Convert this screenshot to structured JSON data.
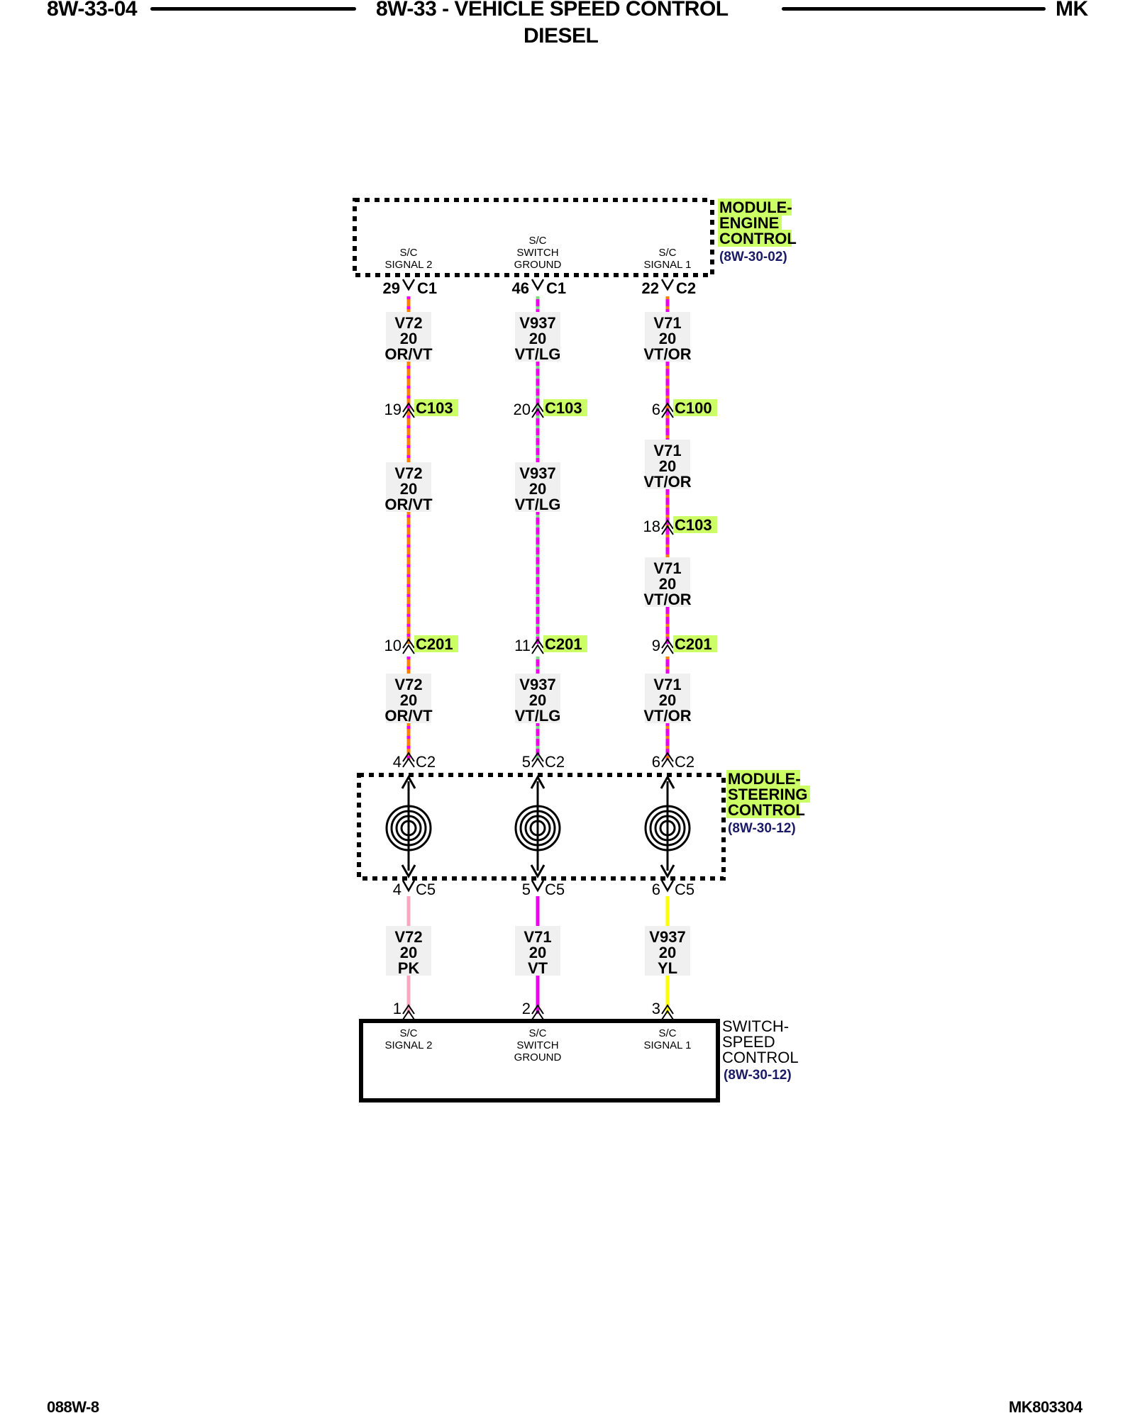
{
  "header": {
    "page_code": "8W-33-04",
    "title_line1": "8W-33 - VEHICLE SPEED CONTROL",
    "title_line2": "DIESEL",
    "model": "MK"
  },
  "footer": {
    "left": "088W-8",
    "right": "MK803304"
  },
  "colors": {
    "OR": "#ff7f00",
    "VT": "#ee00ee",
    "LG": "#7fdd7f",
    "PK": "#f7a8bf",
    "YL": "#ffff00",
    "highlight": "#ccff66",
    "ref_text": "#1a1a66"
  },
  "components": {
    "engine_module": {
      "name_lines": [
        "MODULE-",
        "ENGINE",
        "CONTROL"
      ],
      "ref": "(8W-30-02)"
    },
    "steering_module": {
      "name_lines": [
        "MODULE-",
        "STEERING",
        "CONTROL"
      ],
      "ref": "(8W-30-12)"
    },
    "speed_switch": {
      "name_lines": [
        "SWITCH-",
        "SPEED",
        "CONTROL"
      ],
      "ref": "(8W-30-12)"
    }
  },
  "circuits": [
    {
      "ecm_pin_label": [
        "S/C",
        "SIGNAL 2"
      ],
      "ecm_pin": "29",
      "ecm_conn": "C1",
      "upper_wire": {
        "circuit": "V72",
        "gauge": "20",
        "color": "OR/VT"
      },
      "splices": [
        {
          "pin": "19",
          "conn": "C103"
        },
        {
          "pin": "10",
          "conn": "C201"
        }
      ],
      "lower_wire": {
        "circuit": "V72",
        "gauge": "20",
        "color": "OR/VT"
      },
      "steer_in_pin": "4",
      "steer_in_conn": "C2",
      "steer_out_pin": "4",
      "steer_out_conn": "C5",
      "switch_wire": {
        "circuit": "V72",
        "gauge": "20",
        "color": "PK"
      },
      "switch_pin": "1",
      "switch_pin_label": [
        "S/C",
        "SIGNAL 2"
      ]
    },
    {
      "ecm_pin_label": [
        "S/C",
        "SWITCH",
        "GROUND"
      ],
      "ecm_pin": "46",
      "ecm_conn": "C1",
      "upper_wire": {
        "circuit": "V937",
        "gauge": "20",
        "color": "VT/LG"
      },
      "splices": [
        {
          "pin": "20",
          "conn": "C103"
        },
        {
          "pin": "11",
          "conn": "C201"
        }
      ],
      "lower_wire": {
        "circuit": "V937",
        "gauge": "20",
        "color": "VT/LG"
      },
      "steer_in_pin": "5",
      "steer_in_conn": "C2",
      "steer_out_pin": "5",
      "steer_out_conn": "C5",
      "switch_wire": {
        "circuit": "V71",
        "gauge": "20",
        "color": "VT"
      },
      "switch_pin": "2",
      "switch_pin_label": [
        "S/C",
        "SWITCH",
        "GROUND"
      ]
    },
    {
      "ecm_pin_label": [
        "S/C",
        "SIGNAL 1"
      ],
      "ecm_pin": "22",
      "ecm_conn": "C2",
      "upper_wire": {
        "circuit": "V71",
        "gauge": "20",
        "color": "VT/OR"
      },
      "splices": [
        {
          "pin": "6",
          "conn": "C100"
        },
        {
          "pin": "18",
          "conn": "C103"
        },
        {
          "pin": "9",
          "conn": "C201"
        }
      ],
      "lower_wire": {
        "circuit": "V71",
        "gauge": "20",
        "color": "VT/OR"
      },
      "steer_in_pin": "6",
      "steer_in_conn": "C2",
      "steer_out_pin": "6",
      "steer_out_conn": "C5",
      "switch_wire": {
        "circuit": "V937",
        "gauge": "20",
        "color": "YL"
      },
      "switch_pin": "3",
      "switch_pin_label": [
        "S/C",
        "SIGNAL 1"
      ]
    }
  ]
}
